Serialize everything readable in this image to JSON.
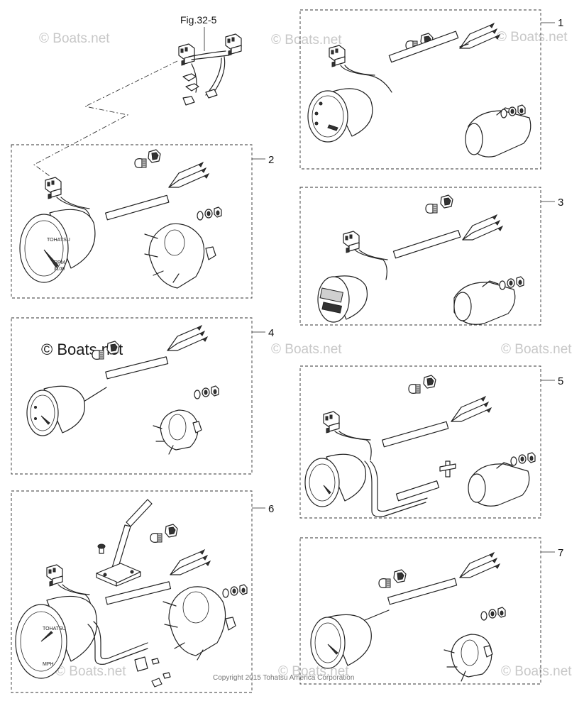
{
  "figure_reference": "Fig.32-5",
  "callouts": [
    "1",
    "2",
    "3",
    "4",
    "5",
    "6",
    "7"
  ],
  "watermark": "© Boats.net",
  "gauge_face_text": {
    "brand": "TOHATSU",
    "rpm": "RPM",
    "scale": "x100",
    "mph": "MPH"
  },
  "copyright": "Copyright 2015 Tohatsu America Corporation"
}
